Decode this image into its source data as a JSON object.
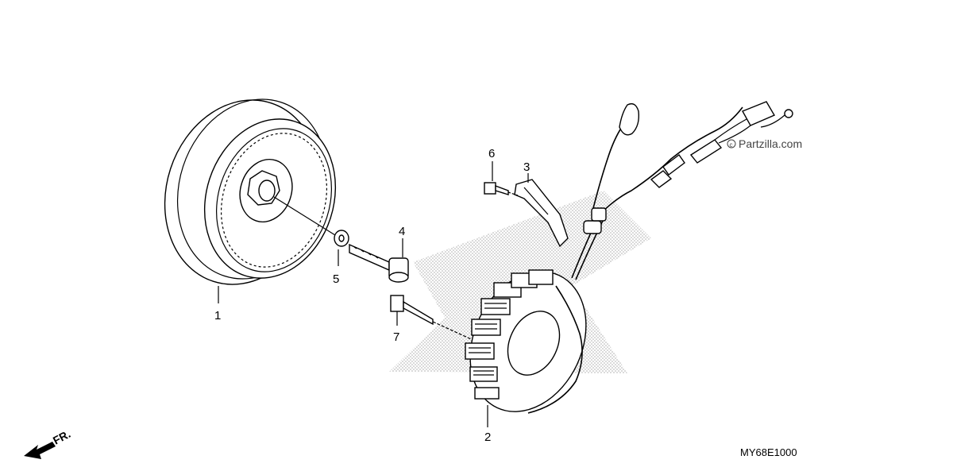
{
  "callouts": [
    {
      "id": "1",
      "label": "1"
    },
    {
      "id": "2",
      "label": "2"
    },
    {
      "id": "3",
      "label": "3"
    },
    {
      "id": "4",
      "label": "4"
    },
    {
      "id": "5",
      "label": "5"
    },
    {
      "id": "6",
      "label": "6"
    },
    {
      "id": "7",
      "label": "7"
    }
  ],
  "watermark": "Partzilla.com",
  "diagram_code": "MY68E1000",
  "direction_label": "FR."
}
